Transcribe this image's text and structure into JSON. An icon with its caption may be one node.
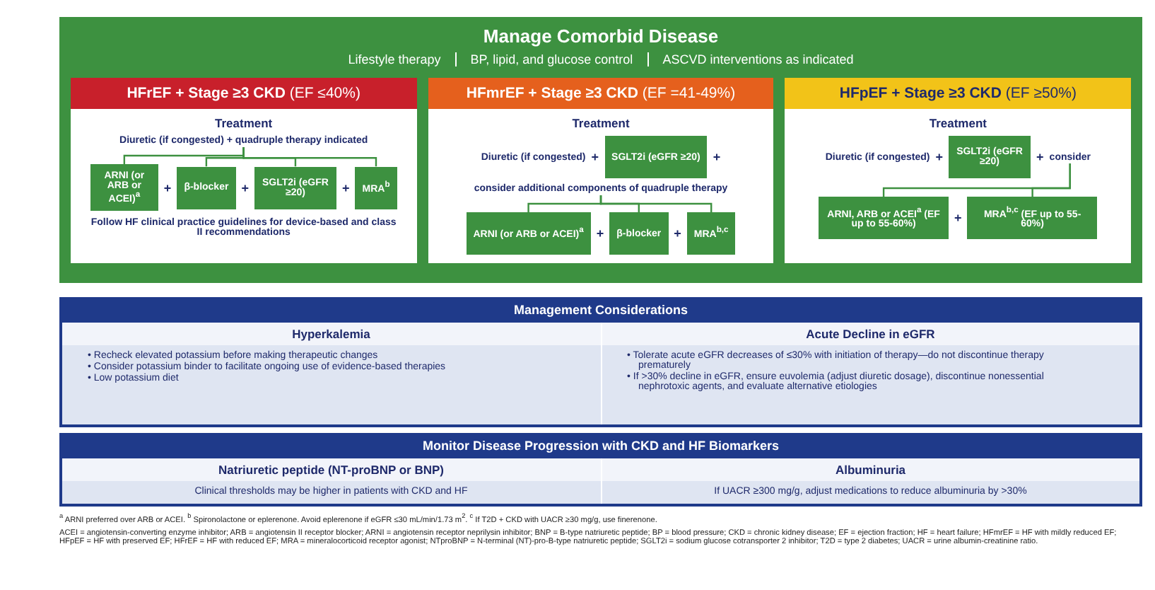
{
  "diagram": {
    "nodes": [
      {
        "text": [
          "Manage Comorbid Disease",
          "Lifestyle therapy",
          "BP, lipid, and glucose control",
          "ASCVD interventions as indicated"
        ]
      },
      {
        "text": [
          "**HFrEF + Stage ≥3 CKD** (EF ≤40%)",
          "Treatment",
          "Follow HF clinical practice guidelines for device-based and class II recommendations"
        ],
        "in": 0
      },
      {
        "text": [
          "Diuretic (if congested) + quadruple therapy indicated"
        ],
        "in": 1
      },
      {
        "text": [
          "ARNI (or ARB or ACEI)$^{a}$"
        ],
        "in": 1
      },
      {
        "text": [
          "β-blocker"
        ],
        "in": 1
      },
      {
        "text": [
          "SGLT2i (eGFR ≥20)"
        ],
        "in": 1
      },
      {
        "text": [
          "MRA$^{b}$"
        ],
        "in": 1
      },
      {
        "text": [
          "**HFmrEF + Stage ≥3 CKD** (EF =41-49%)",
          "Treatment"
        ],
        "in": 0
      },
      {
        "text": [
          "Diuretic (if congested)"
        ],
        "in": 7
      },
      {
        "text": [
          "SGLT2i (eGFR ≥20)"
        ],
        "in": 7
      },
      {
        "text": [
          "consider additional components of quadruple therapy"
        ],
        "in": 7
      },
      {
        "text": [
          "ARNI (or ARB or ACEI)$^{a}$"
        ],
        "in": 7
      },
      {
        "text": [
          "β-blocker"
        ],
        "in": 7
      },
      {
        "text": [
          "MRA$^{b,c}$"
        ],
        "in": 7
      },
      {
        "text": [
          "**HFpEF + Stage ≥3 CKD** (EF ≥50%)",
          "Treatment"
        ],
        "in": 0
      },
      {
        "text": [
          "Diuretic (if congested)"
        ],
        "in": 14
      },
      {
        "text": [
          "SGLT2i (eGFR ≥20)"
        ],
        "in": 14
      },
      {
        "text": [
          "consider"
        ],
        "in": 14
      },
      {
        "text": [
          "ARNI, ARB or ACEI$^{a}$ (EF up to 55-60%)"
        ],
        "in": 14
      },
      {
        "text": [
          "MRA$^{b,c}$ (EF up to 55-60%)"
        ],
        "in": 14
      },
      {
        "text": [
          "Management Considerations"
        ]
      },
      {
        "text": [
          "Hyperkalemia",
          "• Recheck elevated potassium before making therapeutic changes",
          "• Consider potassium binder to facilitate ongoing use of evidence-based therapies",
          "• Low potassium diet"
        ],
        "in": 20
      },
      {
        "text": [
          "Acute Decline in eGFR",
          "• Tolerate acute eGFR decreases of ≤30% with initiation of therapy—do not discontinue therapy prematurely",
          "• If >30% decline in eGFR, ensure euvolemia (adjust diuretic dosage), discontinue nonessential nephrotoxic agents, and evaluate alternative etiologies"
        ],
        "in": 20
      },
      {
        "text": [
          "Monitor Disease Progression with CKD and HF Biomarkers"
        ]
      },
      {
        "text": [
          "Natriuretic peptide (NT-proBNP or BNP)",
          "Clinical thresholds may be higher in patients with CKD and HF"
        ],
        "in": 23
      },
      {
        "text": [
          "Albuminuria",
          "If UACR ≥300 mg/g, adjust medications to reduce albuminuria by >30%"
        ],
        "in": 23
      }
    ],
    "edges": [
      {
        "from": 2,
        "to": 3,
        "arrow": "none"
      },
      {
        "from": 2,
        "to": 4,
        "arrow": "none"
      },
      {
        "from": 2,
        "to": 5,
        "arrow": "none"
      },
      {
        "from": 2,
        "to": 6,
        "arrow": "none"
      },
      {
        "from": 10,
        "to": 11,
        "arrow": "none"
      },
      {
        "from": 10,
        "to": 12,
        "arrow": "none"
      },
      {
        "from": 10,
        "to": 13,
        "arrow": "none"
      },
      {
        "from": 17,
        "to": 18,
        "arrow": "none"
      },
      {
        "from": 17,
        "to": 19,
        "arrow": "none"
      }
    ],
    "labels": [
      "+",
      "+",
      "+",
      "+",
      "+",
      "+",
      "+",
      "+",
      "+",
      "+",
      "$^{a}$ ARNI preferred over ARB or ACEI. $^{b}$ Spironolactone or eplerenone. Avoid eplerenone if eGFR ≤30 mL/min/1.73 m$^{2}$. $^{c}$ If T2D + CKD with UACR ≥30 mg/g, use finerenone.",
      "ACEI = angiotensin-converting enzyme inhibitor; ARB = angiotensin II receptor blocker; ARNI = angiotensin receptor neprilysin inhibitor; BNP = B-type natriuretic peptide; BP = blood pressure; CKD = chronic kidney disease; EF = ejection fraction; HF = heart failure; HFmrEF = HF with mildly reduced EF; HFpEF = HF with preserved EF; HFrEF = HF with reduced EF; MRA = mineralocorticoid receptor agonist; NTproBNP = N-terminal (NT)-pro-B-type natriuretic peptide; SGLT2i = sodium glucose cotransporter 2 inhibitor; T2D = type 2 diabetes; UACR = urine albumin-creatinine ratio."
    ]
  }
}
